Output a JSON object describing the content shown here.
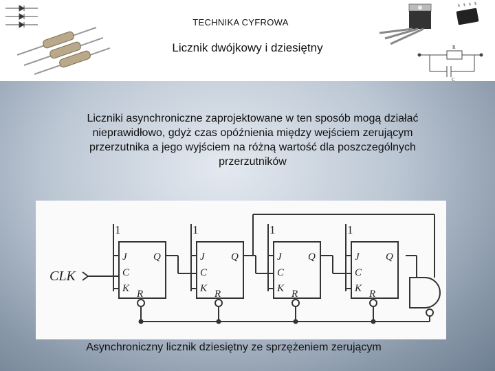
{
  "header": {
    "course_title": "TECHNIKA CYFROWA",
    "slide_title": "Licznik dwójkowy i dziesiętny"
  },
  "body": {
    "paragraph": "Liczniki asynchroniczne zaprojektowane w ten sposób mogą działać nieprawidłowo, gdyż czas opóźnienia między wejściem zerującym przerzutnika a jego wyjściem na różną wartość dla poszczególnych przerzutników"
  },
  "figure": {
    "caption": "Asynchroniczny licznik dziesiętny ze sprzężeniem zerującym",
    "clk_label": "CLK",
    "high_label": "1",
    "flipflop_pins": {
      "j": "J",
      "c": "C",
      "k": "K",
      "r": "R",
      "q": "Q"
    },
    "flipflop_count": 4
  },
  "decor": {
    "circuit_labels": {
      "resistor": "R",
      "capacitor": "C"
    }
  }
}
